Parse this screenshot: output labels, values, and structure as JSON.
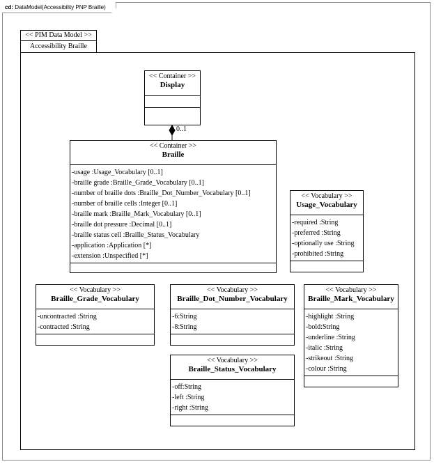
{
  "frame": {
    "kind": "cd:",
    "title": "DataModel(Accessibility PNP Braille)"
  },
  "package": {
    "stereotype": "<< PIM Data Model >>",
    "name": "Accessibility Braille"
  },
  "classes": {
    "display": {
      "stereotype": "<< Container >>",
      "name": "Display"
    },
    "braille": {
      "stereotype": "<< Container >>",
      "name": "Braille",
      "attributes": [
        "-usage :Usage_Vocabulary  [0..1]",
        "-braille grade  :Braille_Grade_Vocabulary  [0..1]",
        "-number of braille dots  :Braille_Dot_Number_Vocabulary  [0..1]",
        "-number of braille cells  :Integer [0..1]",
        "-braille mark  :Braille_Mark_Vocabulary  [0..1]",
        "-braille dot pressure  :Decimal [0..1]",
        "-braille status cell  :Braille_Status_Vocabulary",
        "-application  :Application  [*]",
        "-extension  :Unspecified  [*]"
      ]
    },
    "usage_vocabulary": {
      "stereotype": "<< Vocabulary >>",
      "name": "Usage_Vocabulary",
      "attributes": [
        "-required :String",
        "-preferred :String",
        "-optionally use  :String",
        "-prohibited :String"
      ]
    },
    "braille_grade_vocabulary": {
      "stereotype": "<< Vocabulary >>",
      "name": "Braille_Grade_Vocabulary",
      "attributes": [
        "-uncontracted :String",
        "-contracted :String"
      ]
    },
    "braille_dot_number_vocabulary": {
      "stereotype": "<< Vocabulary >>",
      "name": "Braille_Dot_Number_Vocabulary",
      "attributes": [
        "-6:String",
        "-8:String"
      ]
    },
    "braille_mark_vocabulary": {
      "stereotype": "<< Vocabulary >>",
      "name": "Braille_Mark_Vocabulary",
      "attributes": [
        "-highlight  :String",
        "-bold:String",
        "-underline  :String",
        "-italic  :String",
        "-strikeout  :String",
        "-colour :String"
      ]
    },
    "braille_status_vocabulary": {
      "stereotype": "<< Vocabulary >>",
      "name": "Braille_Status_Vocabulary",
      "attributes": [
        "-off:String",
        "-left :String",
        "-right  :String"
      ]
    }
  },
  "composition": {
    "multiplicity": "0..1"
  }
}
